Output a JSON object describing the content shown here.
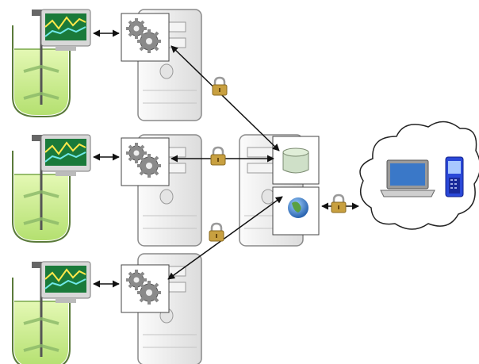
{
  "diagram": {
    "kind": "system-architecture",
    "icons": {
      "reactor": "bioreactor-vessel-icon",
      "monitor": "trend-monitor-icon",
      "gears": "gears-icon",
      "server": "server-tower-icon",
      "database": "database-icon",
      "globe": "globe-icon",
      "lock": "padlock-icon",
      "cloud": "cloud-icon",
      "laptop": "laptop-icon",
      "phone": "mobile-phone-icon"
    },
    "process_units": [
      {
        "id": "unit-1",
        "connection_to_central": "secured",
        "target": "database"
      },
      {
        "id": "unit-2",
        "connection_to_central": "secured",
        "target": "database"
      },
      {
        "id": "unit-3",
        "connection_to_central": "secured",
        "target": "web-server"
      }
    ],
    "central_server": {
      "components": [
        "database-icon",
        "globe-icon"
      ]
    },
    "remote_access": {
      "via": "cloud-icon",
      "devices": [
        "laptop-icon",
        "mobile-phone-icon"
      ],
      "link": "secured"
    },
    "colors": {
      "reactor_liquid": "#c8ef8c",
      "reactor_outline": "#5a7a3a",
      "screen_bg": "#1a7a3a",
      "trend_yellow": "#ffe84a",
      "trend_cyan": "#6fe8e8",
      "server_body": "#ededed",
      "server_edge": "#8a8a8a",
      "lock_gold": "#c8a040",
      "globe_blue": "#3a78c8",
      "phone_blue": "#2a48d8",
      "arrow": "#111111"
    }
  }
}
